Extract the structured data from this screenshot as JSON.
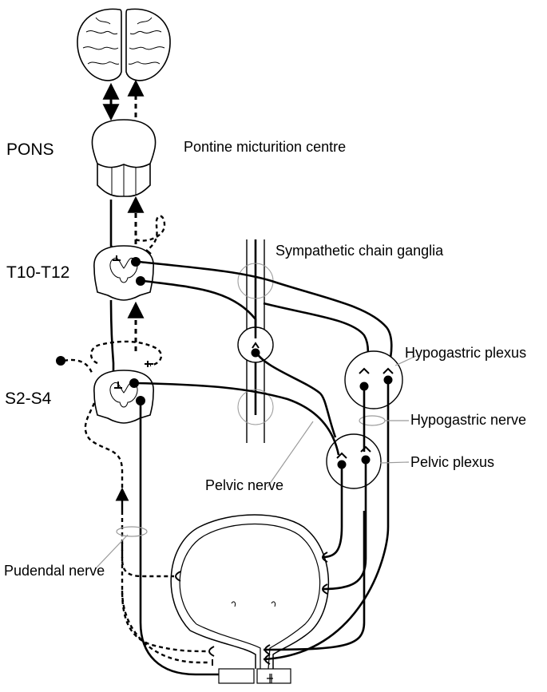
{
  "labels": {
    "pons": "PONS",
    "pontine_centre": "Pontine micturition centre",
    "t10_t12": "T10-T12",
    "s2_s4": "S2-S4",
    "sympathetic_chain": "Sympathetic chain ganglia",
    "hypogastric_plexus": "Hypogastric plexus",
    "hypogastric_nerve": "Hypogastric nerve",
    "pelvic_plexus": "Pelvic plexus",
    "pelvic_nerve": "Pelvic nerve",
    "pudendal_nerve": "Pudendal nerve"
  },
  "colors": {
    "line": "#000000",
    "structure_fill": "#ffffff",
    "leader_line": "#9a9a9a"
  }
}
